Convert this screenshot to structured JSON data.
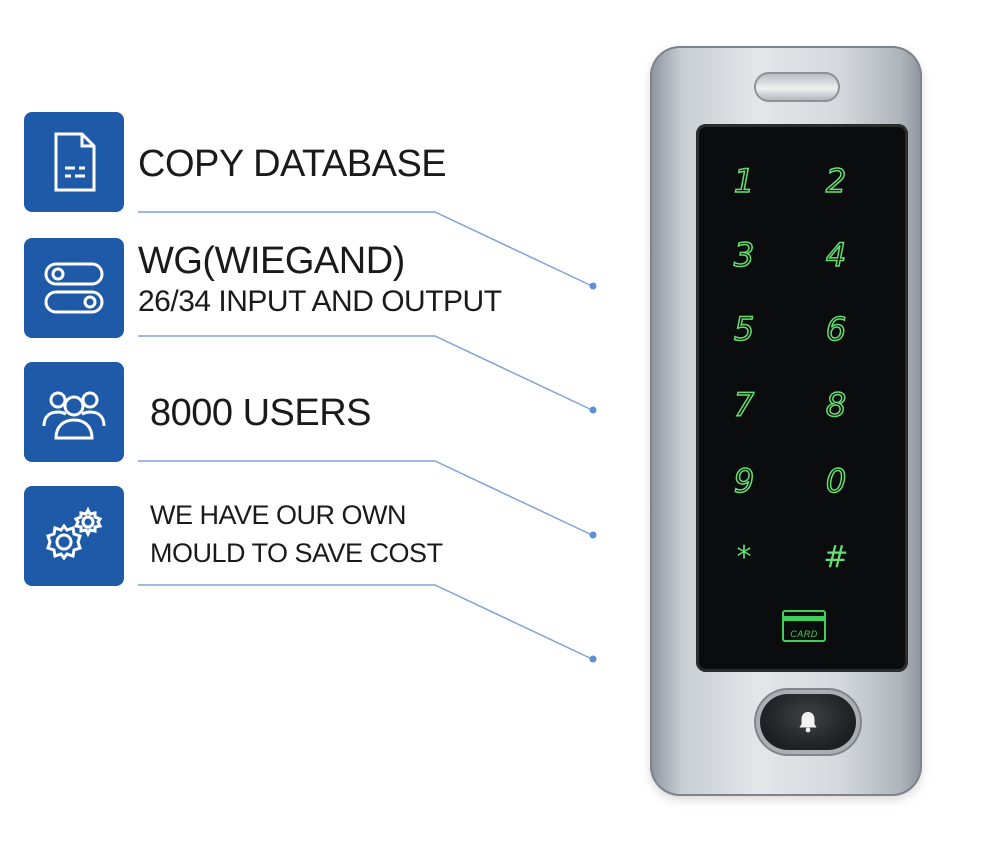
{
  "features": [
    {
      "icon": "document-icon",
      "line1": "COPY DATABASE"
    },
    {
      "icon": "toggle-switch-icon",
      "line1": "WG(WIEGAND)",
      "line2": "26/34 INPUT AND OUTPUT"
    },
    {
      "icon": "users-icon",
      "line1": "8000 USERS"
    },
    {
      "icon": "gears-icon",
      "line1": "WE HAVE OUR OWN",
      "line2": "MOULD TO SAVE COST"
    }
  ],
  "device": {
    "keys": [
      "1",
      "2",
      "3",
      "4",
      "5",
      "6",
      "7",
      "8",
      "9",
      "0",
      "*",
      "#"
    ],
    "card_label": "CARD",
    "bell_icon": "bell-icon"
  },
  "colors": {
    "icon_bg": "#1e5aa8",
    "leader_line": "#7fa3d9",
    "key_glow": "#66de73"
  }
}
